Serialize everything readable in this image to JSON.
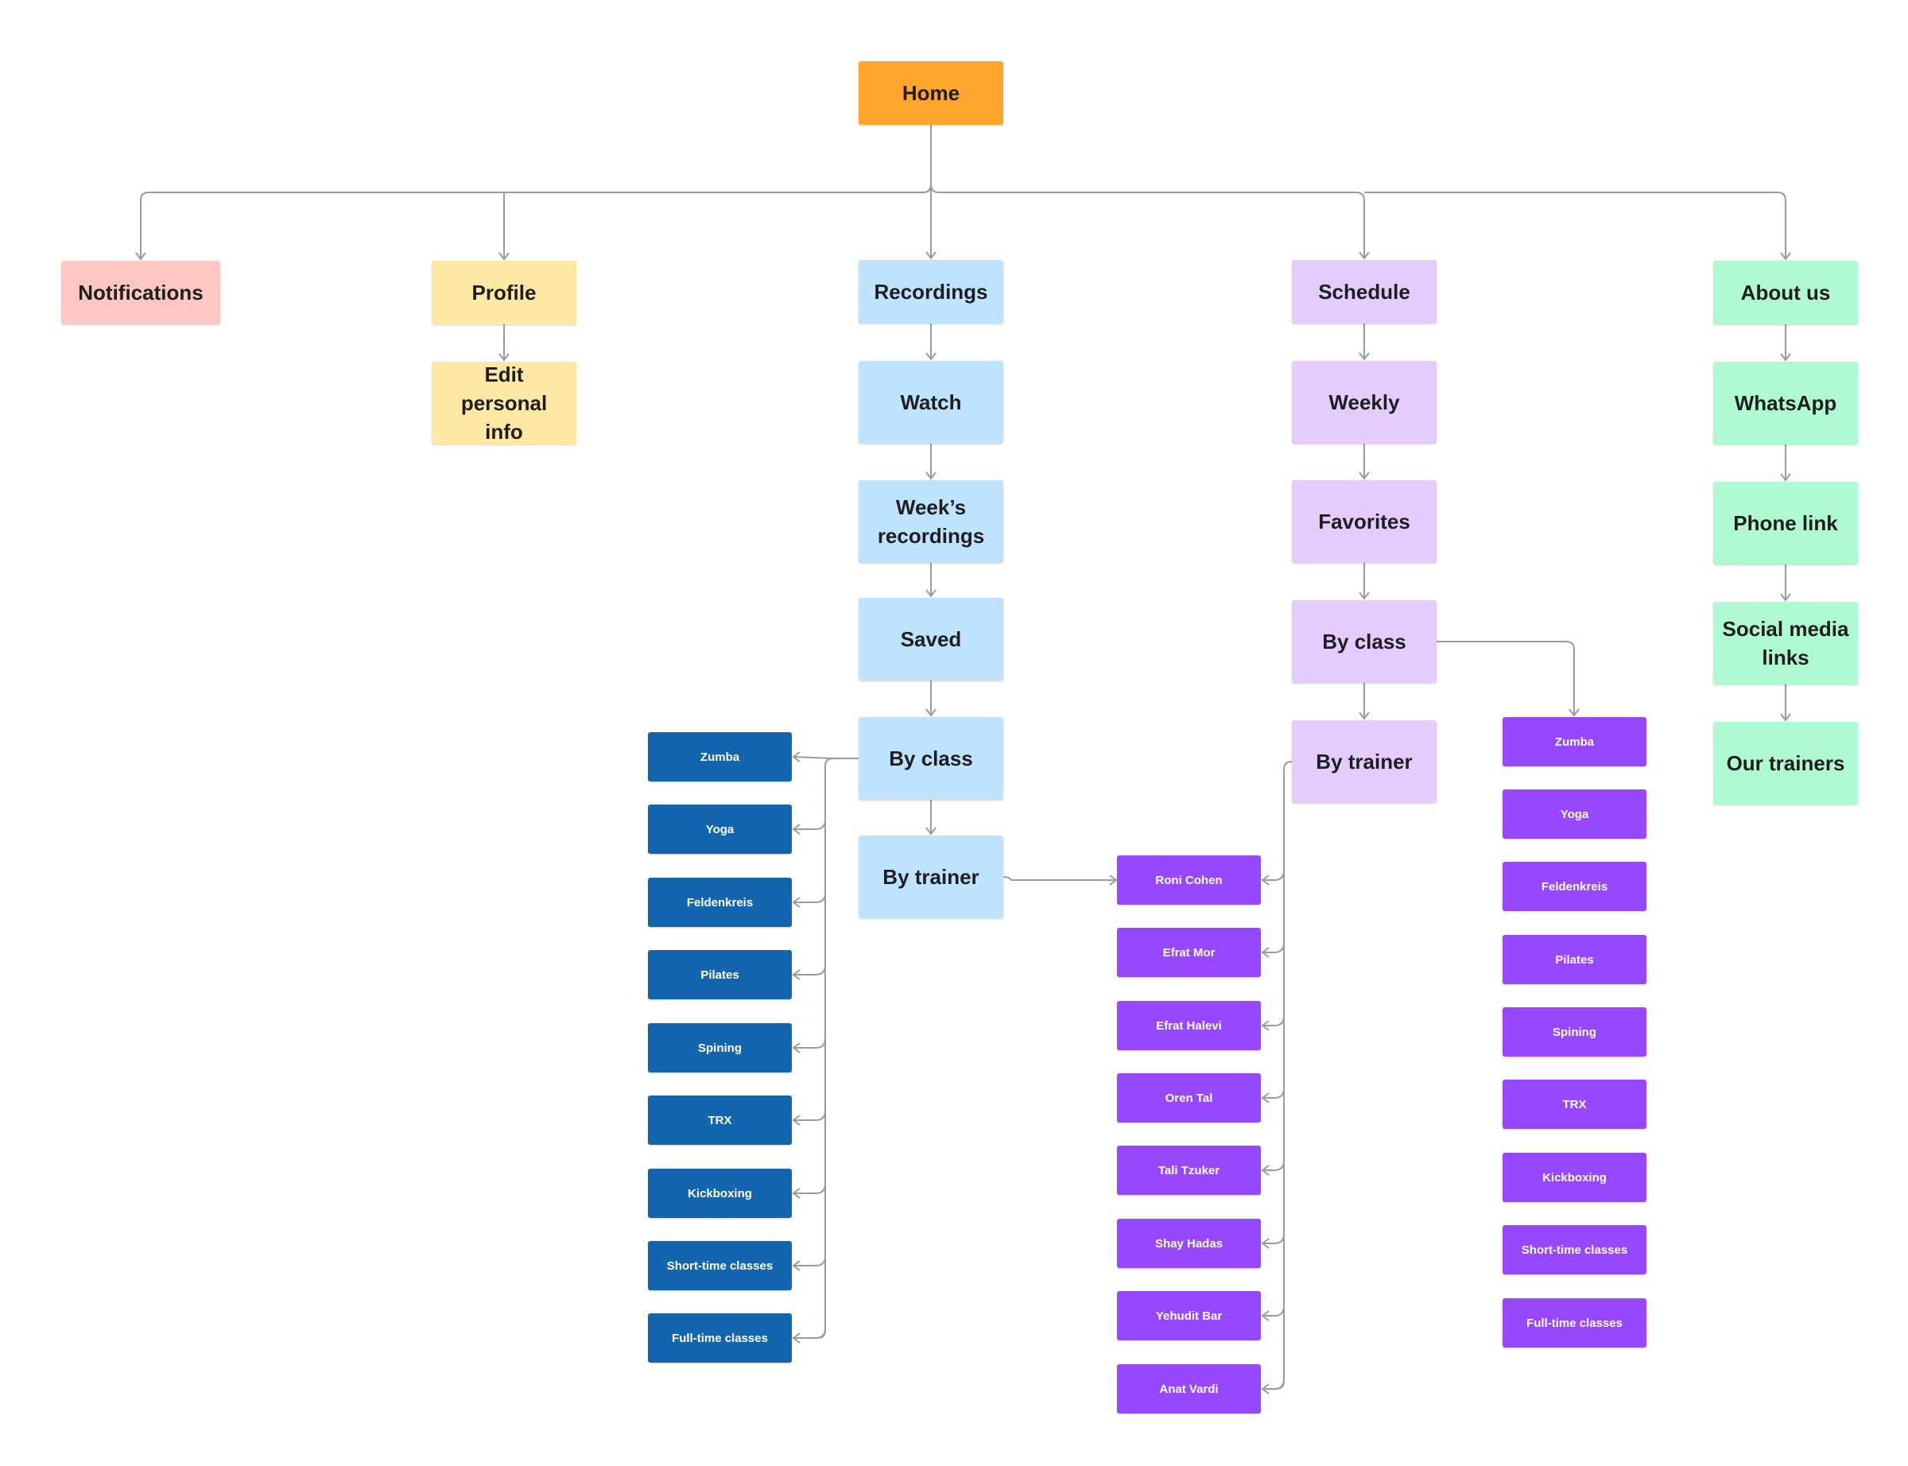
{
  "colors": {
    "home": "#ffa52e",
    "notifications": "#ffc7c2",
    "profile": "#ffe8a3",
    "recordings": "#bde3ff",
    "schedule": "#e4ccff",
    "about": "#affad0",
    "recordings_classes": "#1366ad",
    "schedule_items": "#9747ff",
    "connector": "#9b9b9b"
  },
  "home": "Home",
  "notifications": "Notifications",
  "profile": {
    "label": "Profile",
    "edit": "Edit personal info"
  },
  "recordings": {
    "label": "Recordings",
    "watch": "Watch",
    "weeks": "Week’s recordings",
    "saved": "Saved",
    "by_class": "By class",
    "by_trainer": "By trainer",
    "classes": [
      "Zumba",
      "Yoga",
      "Feldenkreis",
      "Pilates",
      "Spining",
      "TRX",
      "Kickboxing",
      "Short-time classes",
      "Full-time classes"
    ]
  },
  "trainers": [
    "Roni Cohen",
    "Efrat Mor",
    "Efrat Halevi",
    "Oren Tal",
    "Tali Tzuker",
    "Shay Hadas",
    "Yehudit Bar",
    "Anat Vardi"
  ],
  "schedule": {
    "label": "Schedule",
    "weekly": "Weekly",
    "favorites": "Favorites",
    "by_class": "By class",
    "by_trainer": "By trainer",
    "classes": [
      "Zumba",
      "Yoga",
      "Feldenkreis",
      "Pilates",
      "Spining",
      "TRX",
      "Kickboxing",
      "Short-time classes",
      "Full-time classes"
    ]
  },
  "about": {
    "label": "About us",
    "whatsapp": "WhatsApp",
    "phone": "Phone link",
    "social": "Social media links",
    "trainers": "Our trainers"
  }
}
